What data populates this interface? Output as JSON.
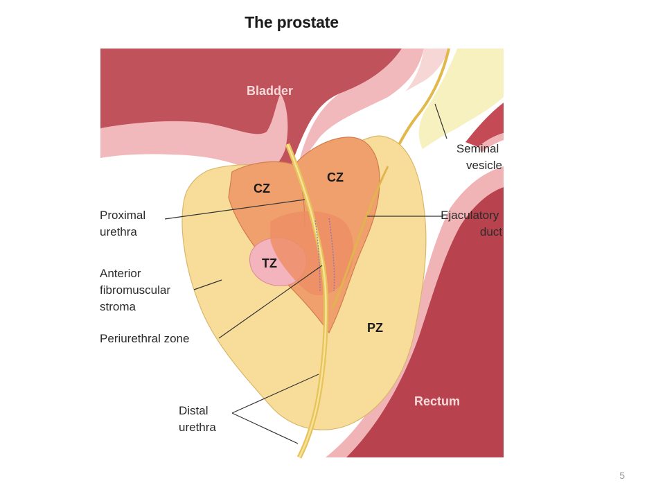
{
  "title": "The prostate",
  "slide_number": "5",
  "regions": {
    "bladder": "Bladder",
    "rectum": "Rectum",
    "cz_left": "CZ",
    "cz_right": "CZ",
    "tz": "TZ",
    "pz": "PZ"
  },
  "callouts": {
    "seminal_vesicle": [
      "Seminal",
      "vesicle"
    ],
    "ejaculatory_duct": [
      "Ejaculatory",
      "duct"
    ],
    "proximal_urethra": [
      "Proximal",
      "urethra"
    ],
    "anterior_stroma": [
      "Anterior",
      "fibromuscular",
      "stroma"
    ],
    "periurethral_zone": [
      "Periurethral zone"
    ],
    "distal_urethra": [
      "Distal",
      "urethra"
    ]
  },
  "colors": {
    "bladder": "#c0525b",
    "bladder_lining": "#f2b9bd",
    "rectum": "#b8434e",
    "rectum_lining": "#f1b4b6",
    "stroma": "#f8dc9a",
    "central_zone": "#f0a06d",
    "transition_zone": "#f3b4bd",
    "urethra": "#e8c35a"
  }
}
